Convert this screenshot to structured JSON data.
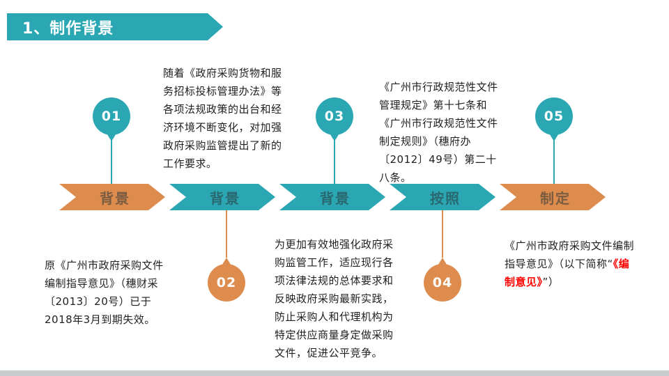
{
  "header": {
    "title": "1、制作背景"
  },
  "timeline": {
    "steps": [
      {
        "label": "背景",
        "color": "orange"
      },
      {
        "label": "背景",
        "color": "teal"
      },
      {
        "label": "背景",
        "color": "teal"
      },
      {
        "label": "按照",
        "color": "teal"
      },
      {
        "label": "制定",
        "color": "orange"
      }
    ],
    "markers": [
      {
        "number": "01",
        "color": "teal",
        "position": "top"
      },
      {
        "number": "02",
        "color": "orange",
        "position": "bottom"
      },
      {
        "number": "03",
        "color": "teal",
        "position": "top"
      },
      {
        "number": "04",
        "color": "orange",
        "position": "bottom"
      },
      {
        "number": "05",
        "color": "teal",
        "position": "top"
      }
    ]
  },
  "notes": {
    "top_1": "随着《政府采购货物和服务招标投标管理办法》等各项法规政策的出台和经济环境不断变化，对加强政府采购监管提出了新的工作要求。",
    "top_2": "《广州市行政规范性文件管理规定》第十七条和《广州市行政规范性文件制定规则》（穗府办〔2012〕49号）第二十八条。",
    "bottom_1": "原《广州市政府采购文件编制指导意见》（穗财采〔2013〕20号）已于2018年3月到期失效。",
    "bottom_2": "为更加有效地强化政府采购监管工作，适应现行各项法律法规的总体要求和反映政府采购最新实践，防止采购人和代理机构为特定供应商量身定做采购文件，促进公平竞争。",
    "bottom_3_prefix": "《广州市政府采购文件编制指导意见》（以下简称“",
    "bottom_3_highlight": "《编制意见》",
    "bottom_3_suffix": "”）"
  },
  "colors": {
    "teal": "#2BA7B4",
    "orange": "#DD8C4E",
    "highlight_red": "#FF0000",
    "bottom_bar_gray": "#C9CDCE"
  }
}
